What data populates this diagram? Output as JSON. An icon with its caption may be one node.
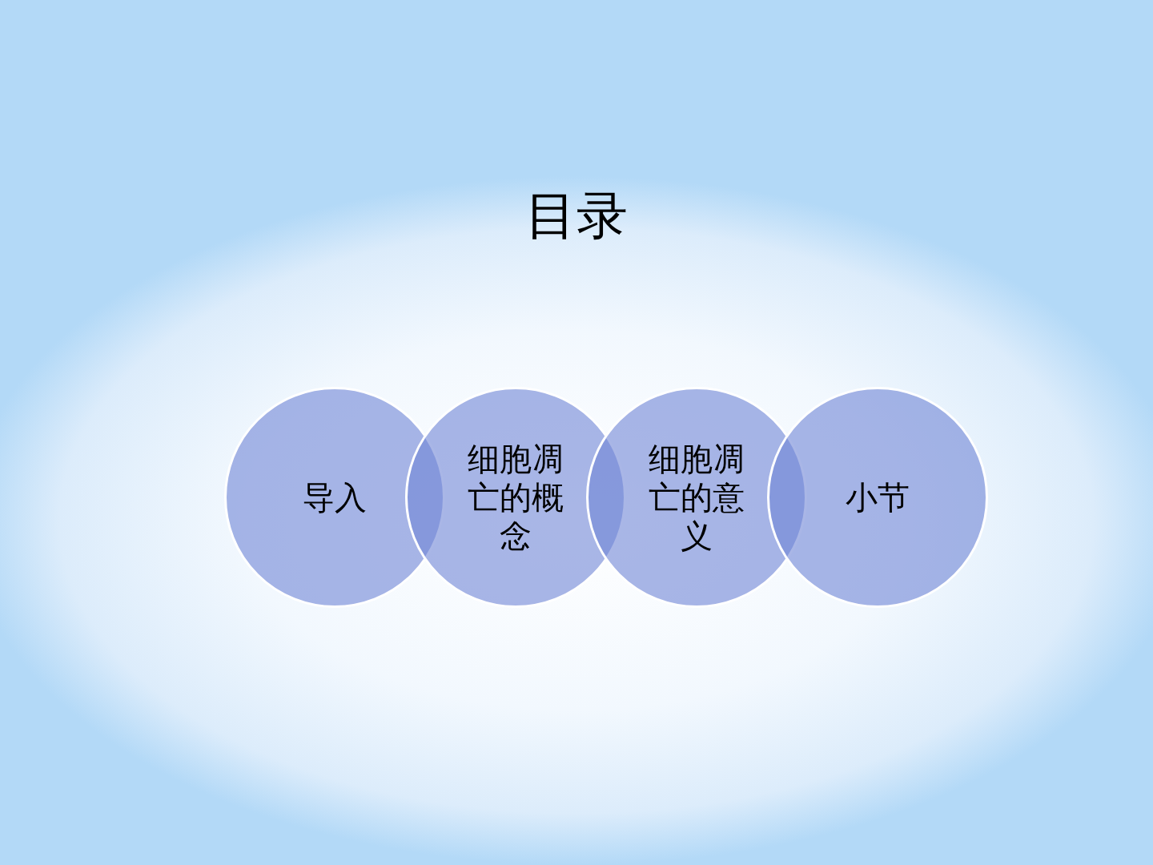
{
  "diagram": {
    "title": "目录",
    "nodes": [
      {
        "text": [
          "导入"
        ]
      },
      {
        "text": [
          "细胞凋亡的概念"
        ]
      },
      {
        "text": [
          "细胞凋亡的意义"
        ]
      },
      {
        "text": [
          "小节"
        ]
      }
    ]
  }
}
